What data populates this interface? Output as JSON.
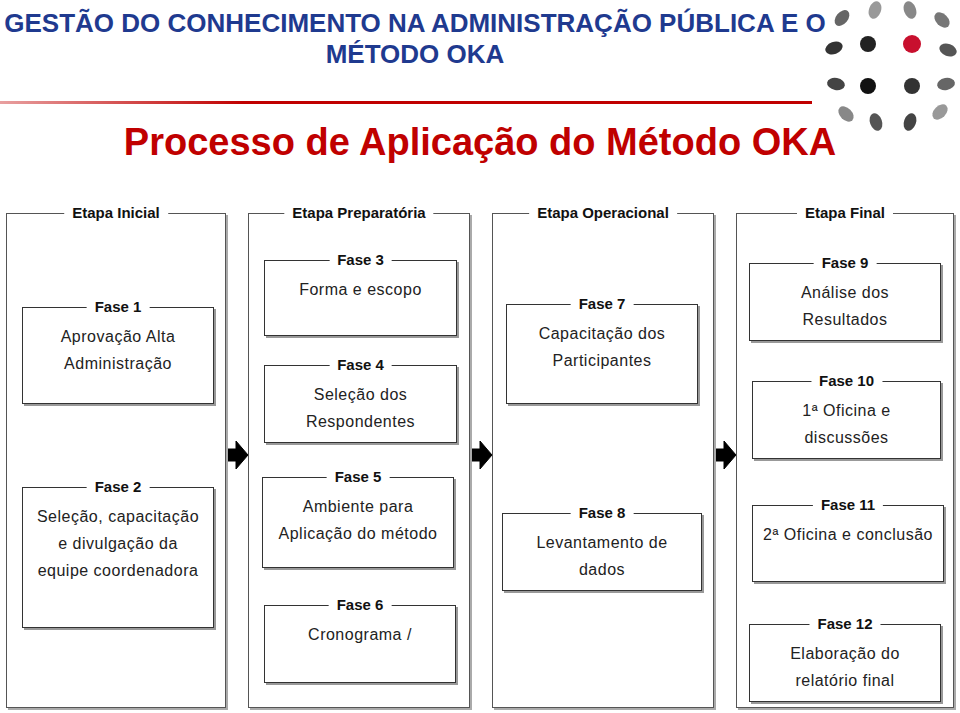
{
  "diagram": {
    "title": "GESTÃO DO CONHECIMENTO NA ADMINISTRAÇÃO PÚBLICA E O MÉTODO OKA",
    "nodes": [
      {
        "text": [
          "Etapa Inicial"
        ]
      },
      {
        "text": [
          "Fase 1",
          "Aprovação Alta Administração"
        ],
        "in": 0
      },
      {
        "text": [
          "Fase 2",
          "Seleção, capacitação e divulgação da equipe coordenadora"
        ],
        "in": 0
      },
      {
        "text": [
          "Etapa Preparatória"
        ]
      },
      {
        "text": [
          "Fase 3",
          "Forma e escopo"
        ],
        "in": 3
      },
      {
        "text": [
          "Fase 4",
          "Seleção dos Respondentes"
        ],
        "in": 3
      },
      {
        "text": [
          "Fase 5",
          "Ambiente para Aplicação do método"
        ],
        "in": 3
      },
      {
        "text": [
          "Fase 6",
          "Cronograma /"
        ],
        "in": 3
      },
      {
        "text": [
          "Etapa Operacional"
        ]
      },
      {
        "text": [
          "Fase 7",
          "Capacitação dos Participantes"
        ],
        "in": 8
      },
      {
        "text": [
          "Fase 8",
          "Levantamento de dados"
        ],
        "in": 8
      },
      {
        "text": [
          "Etapa Final"
        ]
      },
      {
        "text": [
          "Fase 9",
          "Análise dos Resultados"
        ],
        "in": 11
      },
      {
        "text": [
          "Fase 10",
          "1ª Oficina e discussões"
        ],
        "in": 11
      },
      {
        "text": [
          "Fase 11",
          "2ª Oficina e conclusão"
        ],
        "in": 11
      },
      {
        "text": [
          "Fase 12",
          "Elaboração do relatório final"
        ],
        "in": 11
      }
    ],
    "edges": [
      {
        "from": 0,
        "to": 3,
        "arrow": "to"
      },
      {
        "from": 3,
        "to": 8,
        "arrow": "to"
      },
      {
        "from": 8,
        "to": 11,
        "arrow": "to"
      }
    ],
    "labels": [
      "Processo de Aplicação do Método OKA"
    ]
  }
}
